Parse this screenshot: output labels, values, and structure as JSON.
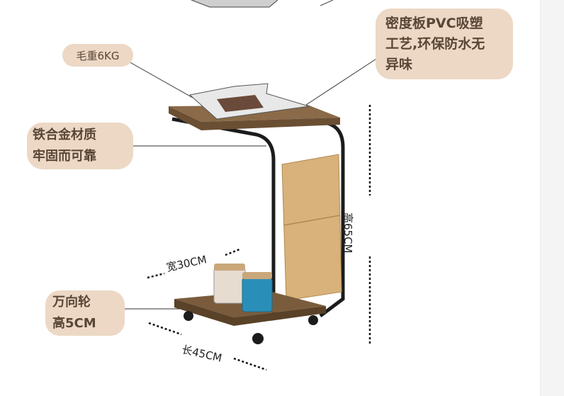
{
  "callouts": {
    "weight": "毛重6KG",
    "mdf_line1": "密度板PVC吸塑",
    "mdf_line2": "工艺,环保防水无",
    "mdf_line3": "异味",
    "frame_line1": "铁合金材质",
    "frame_line2": "牢固而可靠",
    "caster_line1": "万向轮",
    "caster_line2": "高5CM"
  },
  "dimensions": {
    "width": "宽30CM",
    "length": "长45CM",
    "height": "高65CM"
  },
  "colors": {
    "callout_bg": "#ecd8c5",
    "callout_text": "#5a4636",
    "wood": "#7a5c3c",
    "frame": "#1c1c1c",
    "pouch": "#d8b27a"
  }
}
